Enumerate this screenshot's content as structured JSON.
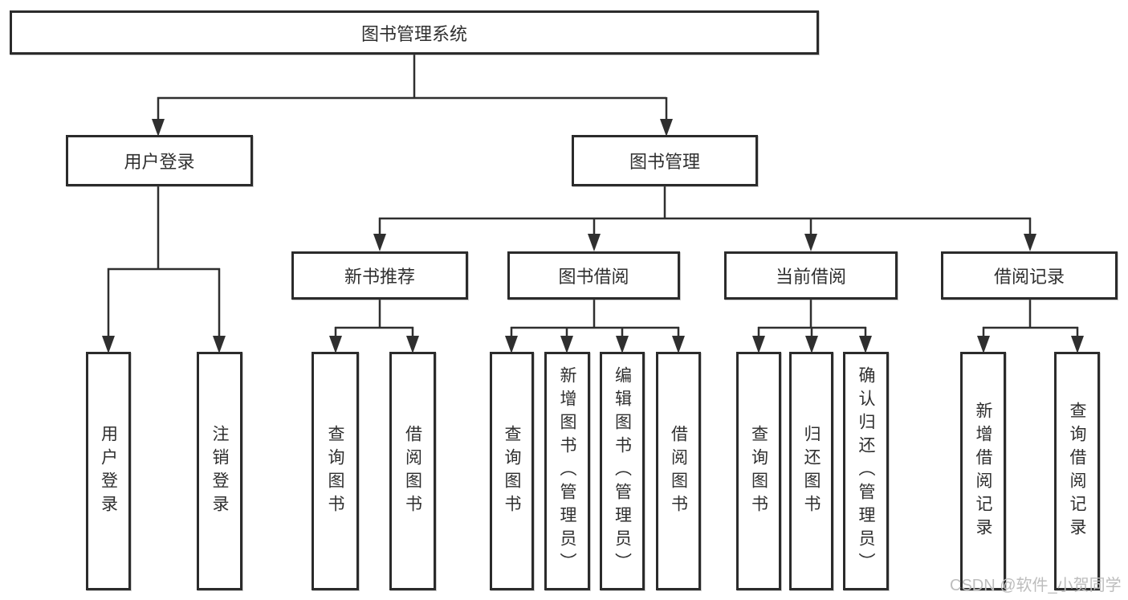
{
  "tree": {
    "root": "图书管理系统",
    "branches": [
      {
        "label": "用户登录",
        "children": [
          "用户登录",
          "注销登录"
        ]
      },
      {
        "label": "图书管理",
        "sections": [
          {
            "label": "新书推荐",
            "children": [
              "查询图书",
              "借阅图书"
            ]
          },
          {
            "label": "图书借阅",
            "children": [
              "查询图书",
              "新增图书（管理员）",
              "编辑图书（管理员）",
              "借阅图书"
            ]
          },
          {
            "label": "当前借阅",
            "children": [
              "查询图书",
              "归还图书",
              "确认归还（管理员）"
            ]
          },
          {
            "label": "借阅记录",
            "children": [
              "新增借阅记录",
              "查询借阅记录"
            ]
          }
        ]
      }
    ]
  },
  "watermark": {
    "text": "CSDN @软件_小贺同学"
  },
  "colors": {
    "line": "#2f2f2f",
    "box_border": "#2b2b2b",
    "watermark": "#bdbdbd",
    "background": "#ffffff"
  }
}
